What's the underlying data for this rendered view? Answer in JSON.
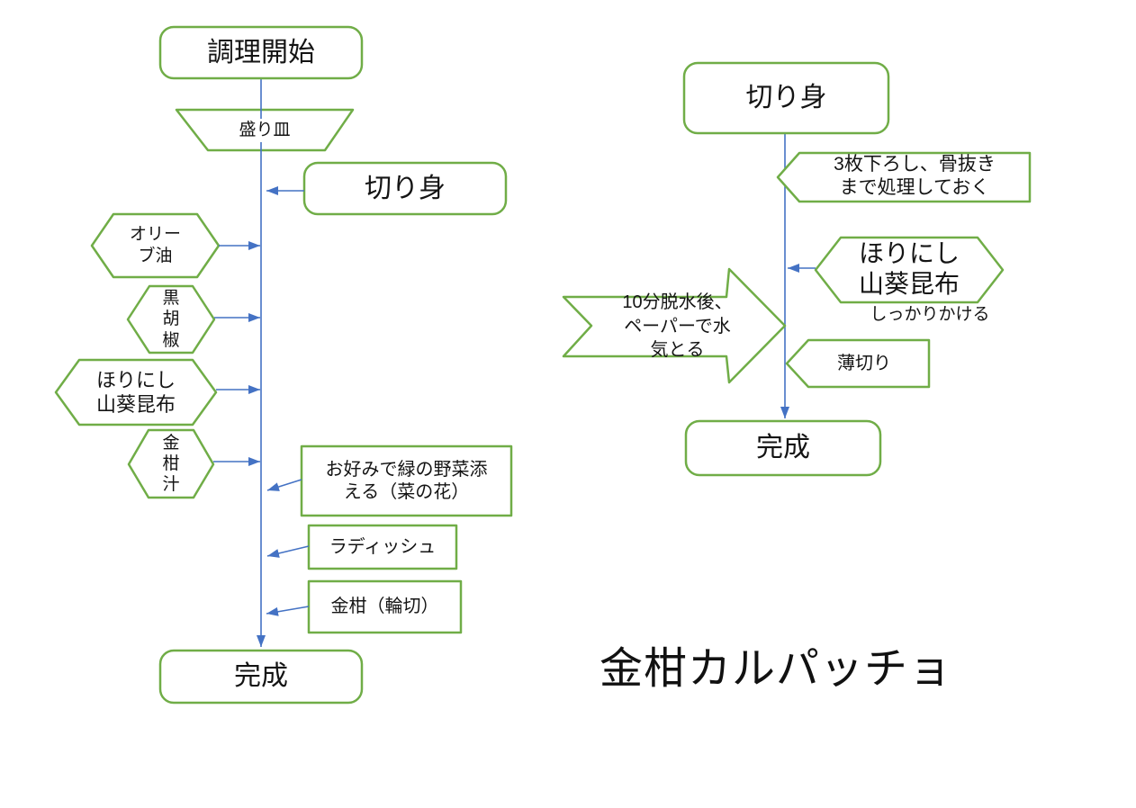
{
  "title": "金柑カルパッチョ",
  "colors": {
    "shape_border": "#70AD47",
    "connector": "#4472C4",
    "text": "#141414",
    "background": "#ffffff"
  },
  "left_flow": {
    "start": "調理開始",
    "plate": "盛り皿",
    "fillet": "切り身",
    "olive_oil": "オリー\nブ油",
    "black_pepper": "黒\n胡\n椒",
    "horinishi_wasabi_kombu": "ほりにし\n山葵昆布",
    "kumquat_juice": "金\n柑\n汁",
    "green_vegetable": "お好みで緑の野菜添\nえる（菜の花）",
    "radish": "ラディッシュ",
    "kumquat_rings": "金柑（輪切）",
    "done": "完成"
  },
  "right_flow": {
    "fillet": "切り身",
    "fillet_note": "3枚下ろし、骨抜き\nまで処理しておく",
    "horinishi_wasabi_kombu": "ほりにし\n山葵昆布",
    "horinishi_note": "しっかりかける",
    "dehydrate_note": "10分脱水後、\nペーパーで水\n気とる",
    "thin_slice": "薄切り",
    "done": "完成"
  }
}
